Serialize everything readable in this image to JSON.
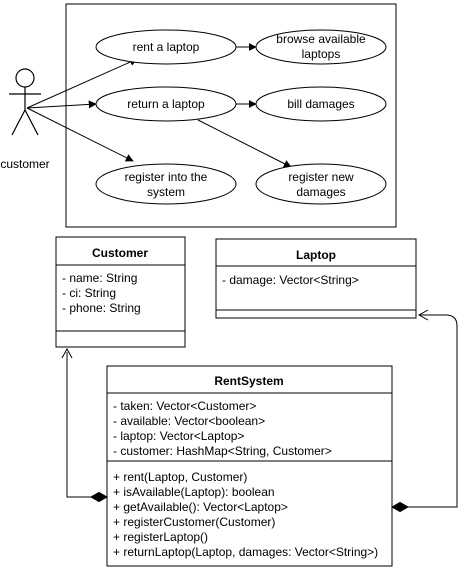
{
  "actor": {
    "label": "customer"
  },
  "use_cases": {
    "rent": {
      "lines": [
        "rent a laptop"
      ]
    },
    "browse": {
      "lines": [
        "browse available",
        "laptops"
      ]
    },
    "return": {
      "lines": [
        "return a laptop"
      ]
    },
    "bill": {
      "lines": [
        "bill damages"
      ]
    },
    "register_system": {
      "lines": [
        "register into the",
        "system"
      ]
    },
    "register_damages": {
      "lines": [
        "register new",
        "damages"
      ]
    }
  },
  "classes": {
    "customer": {
      "name": "Customer",
      "attributes": [
        "- name: String",
        "- ci: String",
        "- phone: String"
      ],
      "methods": []
    },
    "laptop": {
      "name": "Laptop",
      "attributes": [
        "- damage: Vector<String>"
      ],
      "methods": []
    },
    "rentsystem": {
      "name": "RentSystem",
      "attributes": [
        "- taken: Vector<Customer>",
        "- available: Vector<boolean>",
        "- laptop: Vector<Laptop>",
        "- customer: HashMap<String, Customer>"
      ],
      "methods": [
        "+ rent(Laptop, Customer)",
        "+ isAvailable(Laptop): boolean",
        "+ getAvailable(): Vector<Laptop>",
        "+ registerCustomer(Customer)",
        "+ registerLaptop()",
        "+ returnLaptop(Laptop, damages: Vector<String>)"
      ]
    }
  }
}
